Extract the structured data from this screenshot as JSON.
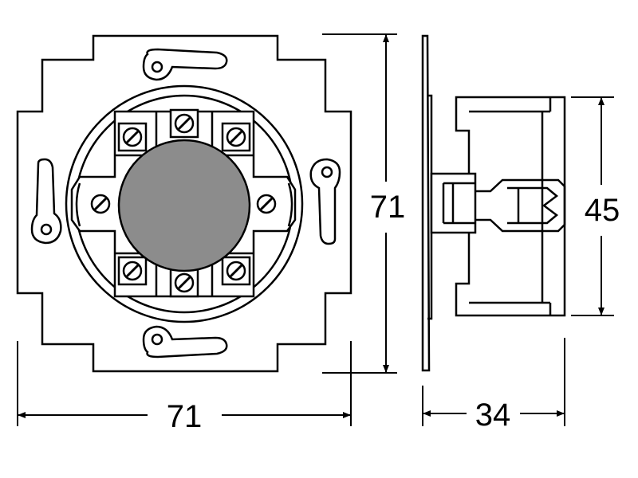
{
  "colors": {
    "line": "#000000",
    "background": "#ffffff",
    "knob_fill": "#8c8c8c"
  },
  "dimensions": {
    "front_width": "71",
    "front_height": "71",
    "side_depth": "34",
    "side_height": "45"
  }
}
